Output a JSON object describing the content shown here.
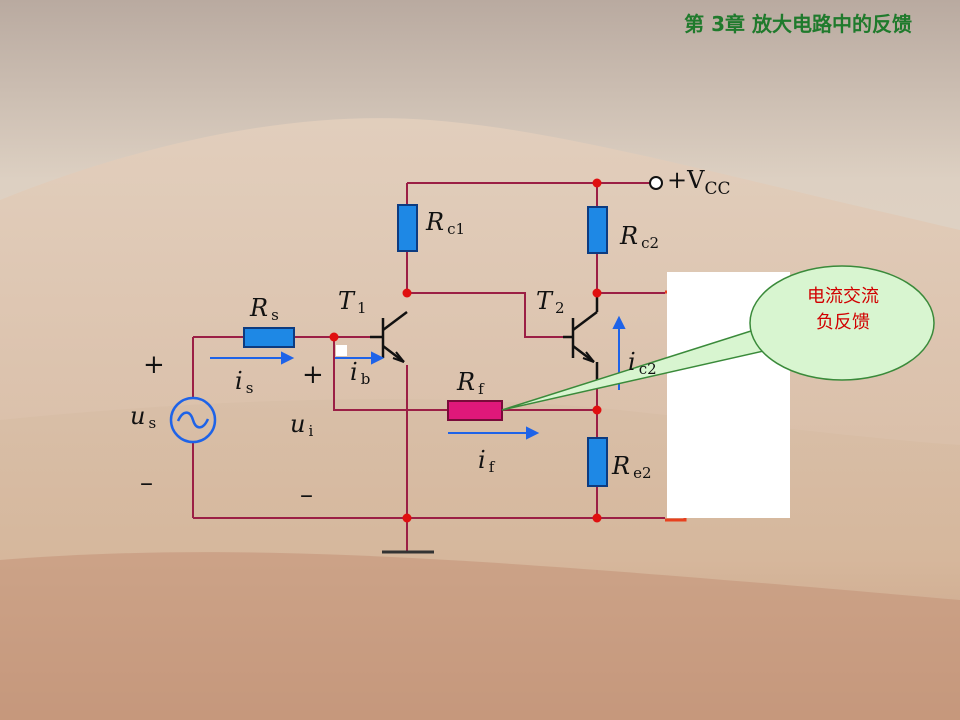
{
  "slide": {
    "title": "第 3章  放大电路中的反馈"
  },
  "circuit": {
    "vcc_plus": "+",
    "vcc_V": "V",
    "vcc_sub": "CC",
    "rc1_R": "R",
    "rc1_sub": "c1",
    "rc2_R": "R",
    "rc2_sub": "c2",
    "rs_R": "R",
    "rs_sub": "s",
    "t1_T": "T",
    "t1_sub": "1",
    "t2_T": "T",
    "t2_sub": "2",
    "rf_R": "R",
    "rf_sub": "f",
    "re2_R": "R",
    "re2_sub": "e2",
    "is_i": "i",
    "is_sub": "s",
    "ib_i": "i",
    "ib_sub": "b",
    "if_i": "i",
    "if_sub": "f",
    "ic2_i": "i",
    "ic2_sub": "c2",
    "us_u": "u",
    "us_sub": "s",
    "ui_u": "u",
    "ui_sub": "i",
    "plus_left": "+",
    "minus_left": "–",
    "plus_input": "+",
    "minus_input": "–"
  },
  "callout": {
    "line1": "电流交流",
    "line2": "负反馈"
  },
  "colors": {
    "wire": "#9b1f45",
    "node": "#e01010",
    "resistor": "#1e88e5",
    "rf": "#e0187a",
    "arrow": "#1e63e8",
    "bracket": "#e8401e",
    "callout_fill": "#d8f5d0",
    "callout_stroke": "#3a8a3a",
    "title": "#1f7a2c"
  }
}
